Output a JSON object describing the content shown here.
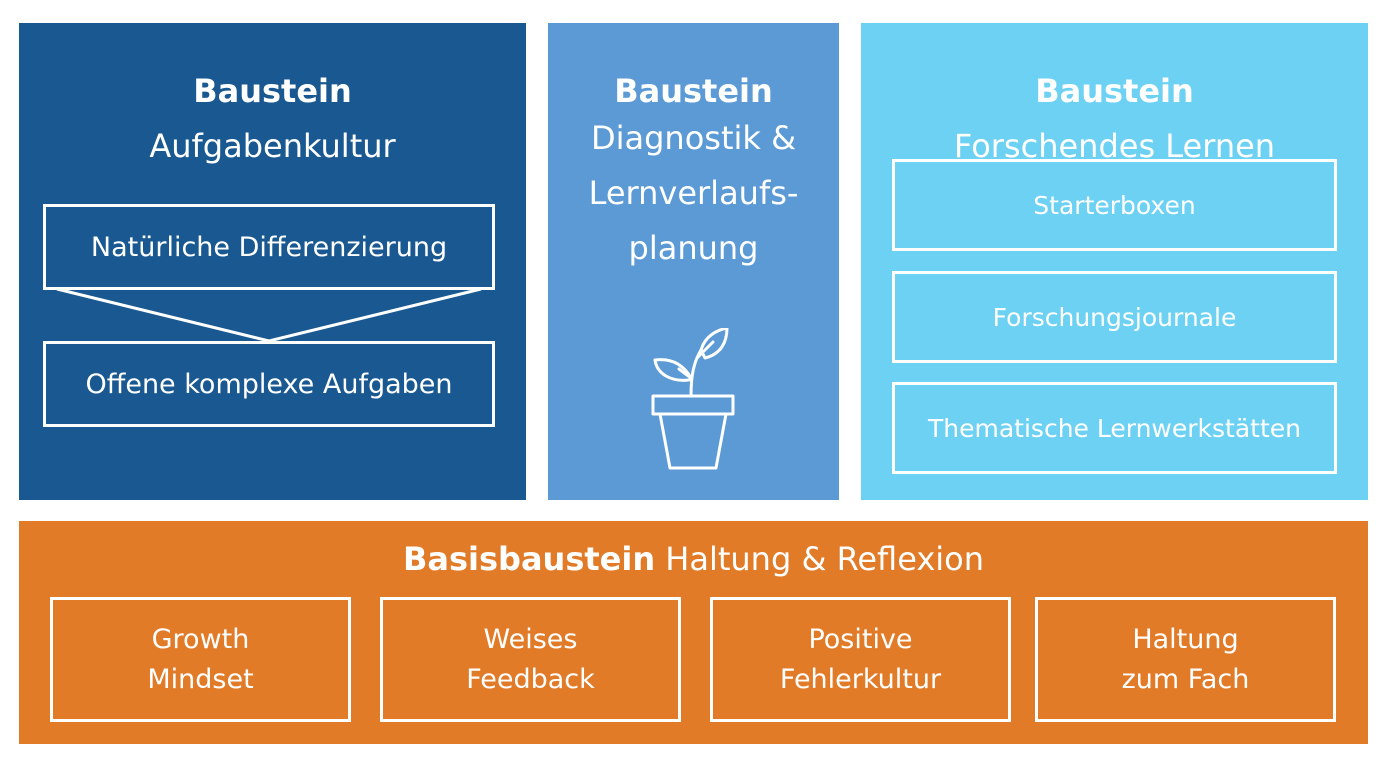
{
  "panels": [
    {
      "title": "Baustein",
      "subtitle": "Aufgabenkultur",
      "color": "#195890",
      "boxes": [
        "Natürliche Differenzierung",
        "Offene komplexe Aufgaben"
      ]
    },
    {
      "title": "Baustein",
      "subtitle": "Diagnostik &\nLernverlaufs-\nplanung",
      "color": "#5b9ad5",
      "icon": "plant-pot-icon"
    },
    {
      "title": "Baustein",
      "subtitle": "Forschendes Lernen",
      "color": "#6cd1f3",
      "boxes": [
        "Starterboxen",
        "Forschungsjournale",
        "Thematische Lernwerkstätten"
      ]
    }
  ],
  "base": {
    "title_strong": "Basisbaustein",
    "title_rest": " Haltung & Reflexion",
    "color": "#e17b28",
    "boxes": [
      "Growth\nMindset",
      "Weises\nFeedback",
      "Positive\nFehlerkultur",
      "Haltung\nzum Fach"
    ]
  }
}
